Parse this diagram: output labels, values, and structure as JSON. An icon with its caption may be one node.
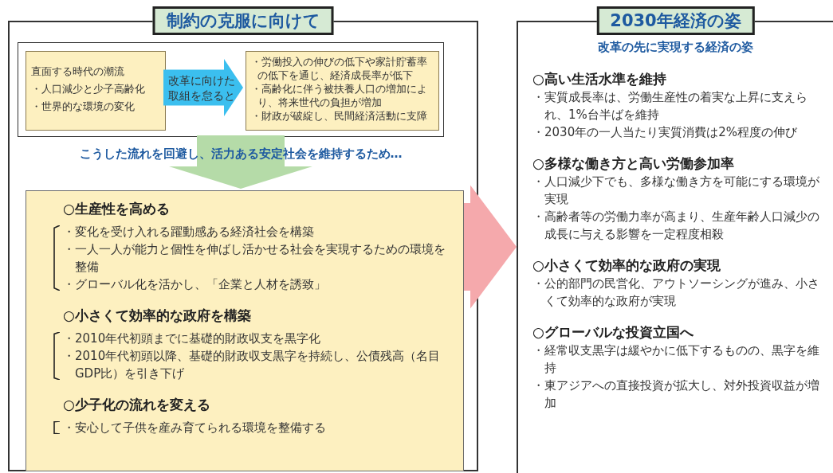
{
  "diagram": {
    "nodes": [
      {
        "text": [
          "制約の克服に向けて"
        ]
      },
      {
        "text": [],
        "shape": "box",
        "in": 0
      },
      {
        "text": [
          "直面する時代の潮流",
          "・人口減少と少子高齢化",
          "・世界的な環境の変化"
        ],
        "in": 1
      },
      {
        "text": [
          "・労働投入の伸びの低下や家計貯蓄率の低下を通じ、経済成長率が低下",
          "・高齢化に伴う被扶養人口の増加により、将来世代の負担が増加",
          "・財政が破綻し、民間経済活動に支障"
        ],
        "in": 1
      },
      {
        "text": [
          "○生産性を高める",
          "・変化を受け入れる躍動感ある経済社会を構築",
          "・一人一人が能力と個性を伸ばし活かせる社会を実現するための環境を整備",
          "・グローバル化を活かし、「企業と人材を誘致」",
          "○小さくて効率的な政府を構築",
          "・2010年代初頭までに基礎的財政収支を黒字化",
          "・2010年代初頭以降、基礎的財政収支黒字を持続し、公債残高（名目GDP比）を引き下げ",
          "○少子化の流れを変える",
          "・安心して子供を産み育てられる環境を整備する"
        ],
        "in": 0
      },
      {
        "text": [
          "2030年経済の姿",
          "改革の先に実現する経済の姿",
          "○高い生活水準を維持",
          "・実質成長率は、労働生産性の着実な上昇に支えられ、1%台半ばを維持",
          "・2030年の一人当たり実質消費は2%程度の伸び",
          "○多様な働き方と高い労働参加率",
          "・人口減少下でも、多様な働き方を可能にする環境が実現",
          "・高齢者等の労働力率が高まり、生産年齢人口減少の成長に与える影響を一定程度相殺",
          "○小さくて効率的な政府の実現",
          "・公的部門の民営化、アウトソーシングが進み、小さくて効率的な政府が実現",
          "○グローバルな投資立国へ",
          "・経常収支黒字は緩やかに低下するものの、黒字を維持",
          "・東アジアへの直接投資が拡大し、対外投資収益が増加"
        ]
      }
    ],
    "edges": [
      {
        "from": 2,
        "to": 3,
        "arrow": "to",
        "label": "改革に向けた取組を怠ると",
        "color": "#3bbfef"
      },
      {
        "from": 1,
        "to": 4,
        "arrow": "to",
        "label": "こうした流れを回避し、活力ある安定社会を維持するため…",
        "color": "#b5dba8"
      },
      {
        "from": 4,
        "to": 5,
        "arrow": "to",
        "color": "#f5a9ac"
      }
    ]
  }
}
